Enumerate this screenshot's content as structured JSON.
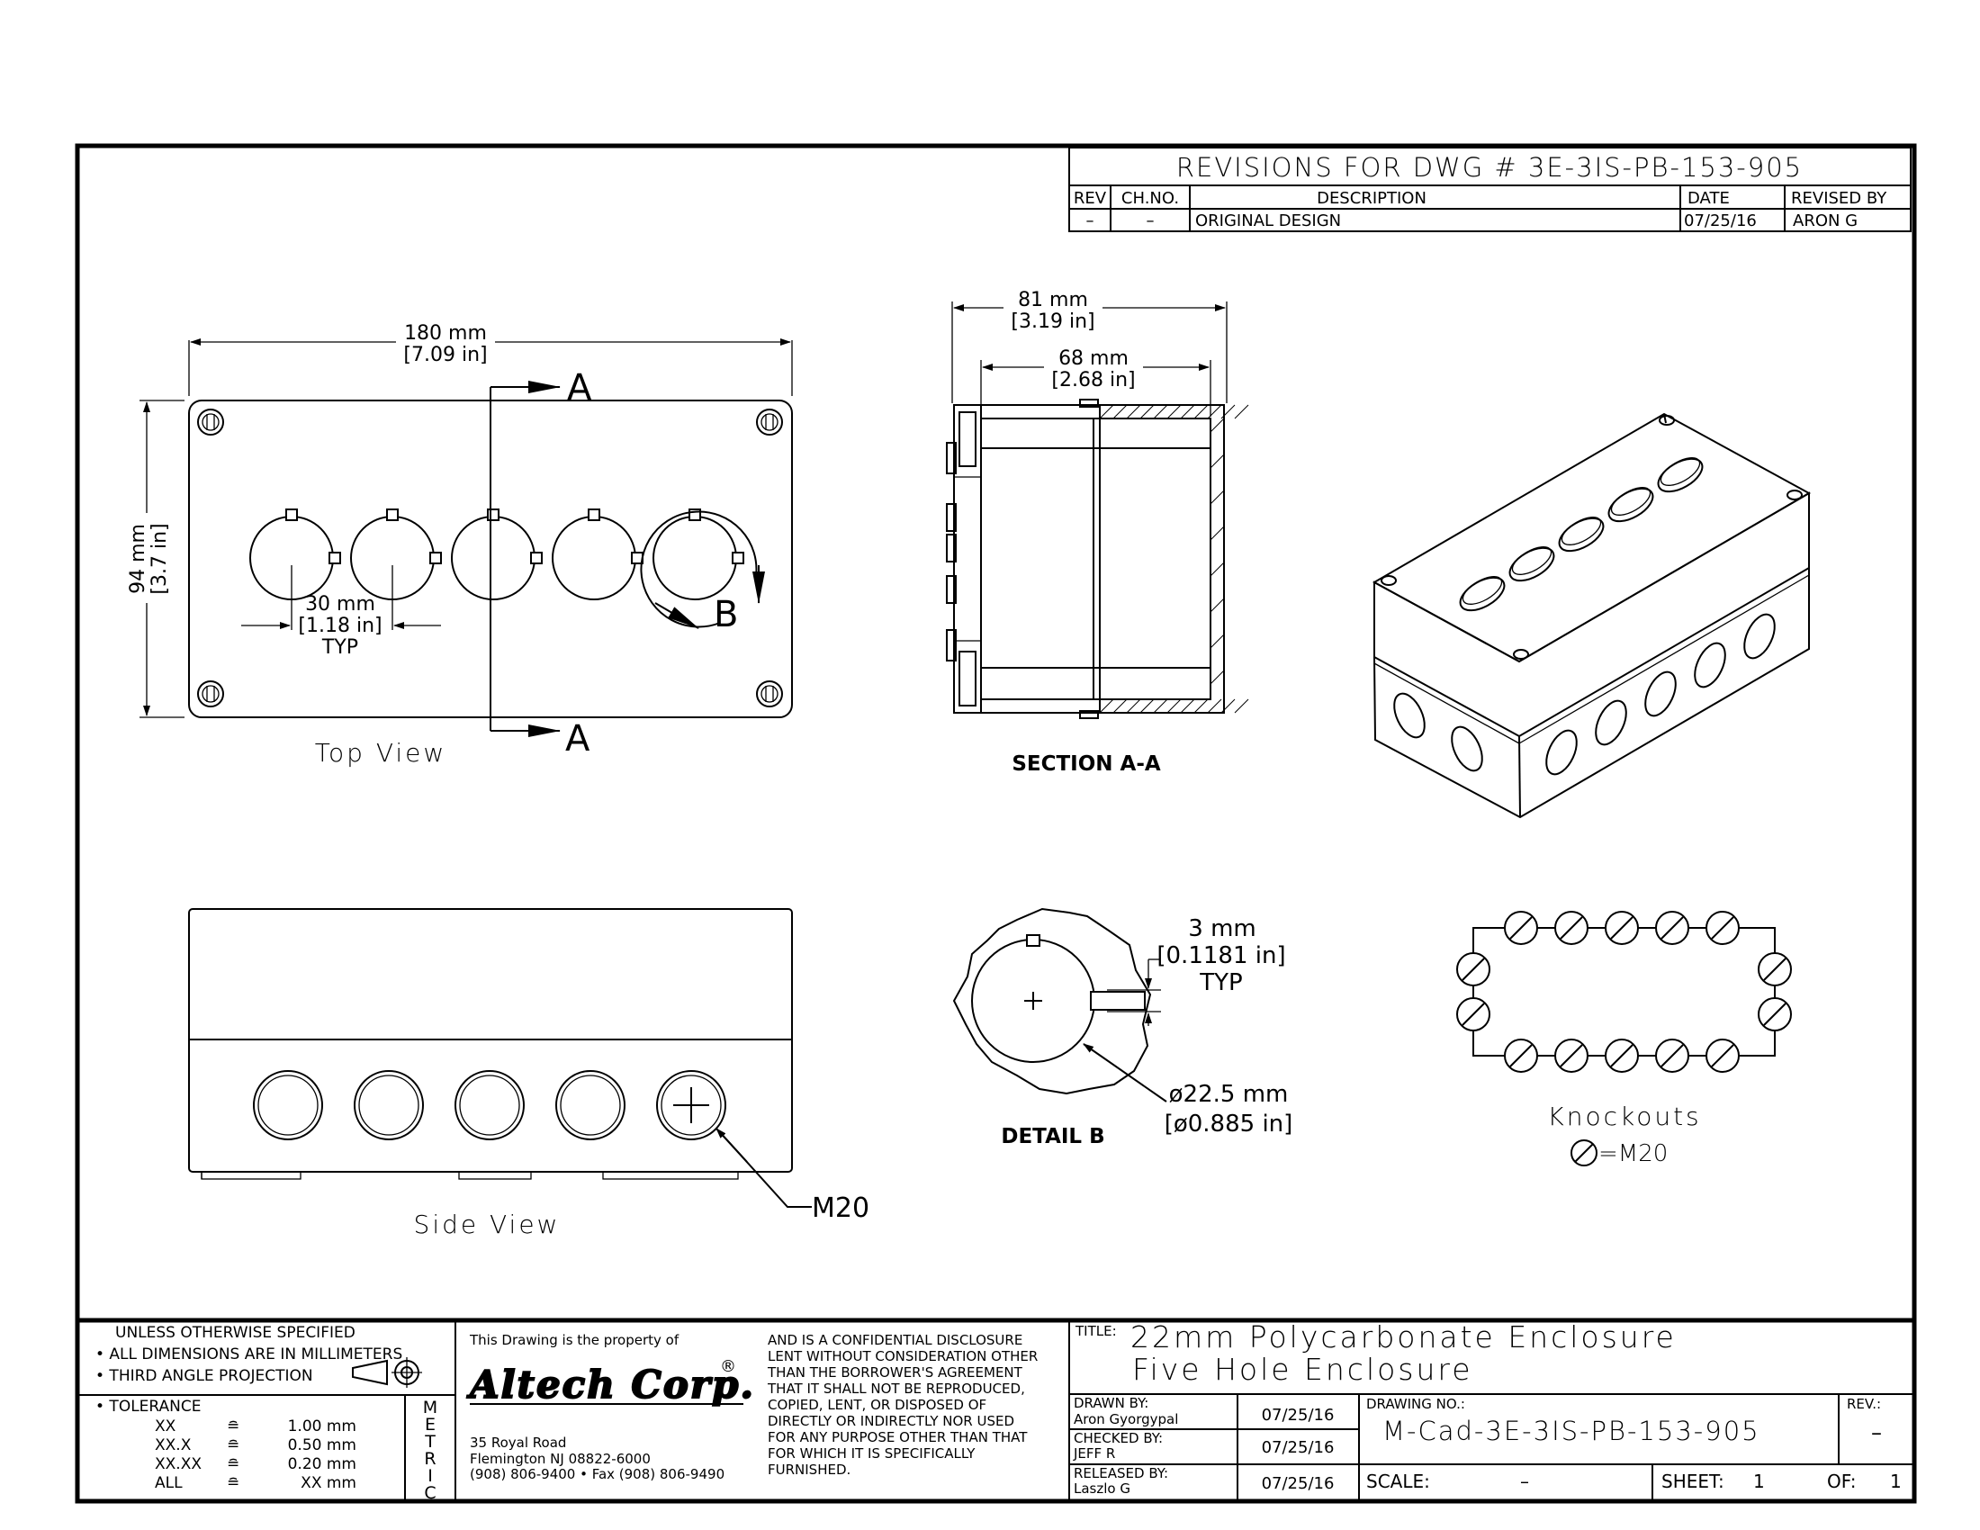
{
  "revisions": {
    "title": "REVISIONS FOR DWG # 3E-3IS-PB-153-905",
    "headers": {
      "rev": "REV",
      "chno": "CH.NO.",
      "description": "DESCRIPTION",
      "date": "DATE",
      "revised_by": "REVISED BY"
    },
    "rows": [
      {
        "rev": "–",
        "chno": "–",
        "description": "ORIGINAL DESIGN",
        "date": "07/25/16",
        "revised_by": "ARON G"
      }
    ]
  },
  "top_view": {
    "width_mm": "180 mm",
    "width_in": "[7.09 in]",
    "height_mm": "94 mm",
    "height_in": "[3.7 in]",
    "pitch_mm": "30 mm",
    "pitch_in": "[1.18 in]",
    "pitch_typ": "TYP",
    "section_mark": "A",
    "detail_mark": "B",
    "caption": "Top View"
  },
  "section_view": {
    "outer_mm": "81 mm",
    "outer_in": "[3.19 in]",
    "inner_mm": "68 mm",
    "inner_in": "[2.68 in]",
    "caption": "SECTION A-A"
  },
  "side_view": {
    "callout": "M20",
    "caption": "Side View"
  },
  "detail_b": {
    "key_mm": "3 mm",
    "key_in": "[0.1181 in]",
    "key_typ": "TYP",
    "dia_mm": "ø22.5 mm",
    "dia_in": "[ø0.885 in]",
    "caption": "DETAIL B"
  },
  "knockouts": {
    "caption": "Knockouts",
    "legend": "=M20"
  },
  "title_block": {
    "general": {
      "l1": "UNLESS OTHERWISE SPECIFIED",
      "l2": "• ALL DIMENSIONS ARE IN MILLIMETERS",
      "l3": "• THIRD ANGLE PROJECTION"
    },
    "tolerance": {
      "label": "• TOLERANCE",
      "rows": [
        {
          "k": "XX",
          "eq": "≘",
          "v": "1.00 mm"
        },
        {
          "k": "XX.X",
          "eq": "≘",
          "v": "0.50 mm"
        },
        {
          "k": "XX.XX",
          "eq": "≘",
          "v": "0.20 mm"
        },
        {
          "k": "ALL",
          "eq": "≘",
          "v": "XX mm"
        }
      ],
      "metric": [
        "M",
        "E",
        "T",
        "R",
        "I",
        "C"
      ]
    },
    "company": {
      "property": "This Drawing is the property of",
      "logo": "Altech Corp.",
      "registered": "®",
      "addr1": "35 Royal Road",
      "addr2": "Flemington NJ 08822-6000",
      "phone": "(908) 806-9400 • Fax (908) 806-9490"
    },
    "disclosure": [
      "AND IS A CONFIDENTIAL DISCLOSURE",
      "LENT WITHOUT CONSIDERATION OTHER",
      "THAN THE BORROWER'S AGREEMENT",
      "THAT IT SHALL NOT BE REPRODUCED,",
      "COPIED, LENT, OR DISPOSED OF",
      "DIRECTLY OR INDIRECTLY NOR USED",
      "FOR ANY PURPOSE OTHER THAN THAT",
      "FOR WHICH IT IS SPECIFICALLY",
      "FURNISHED."
    ],
    "title_label": "TITLE:",
    "title_line1": "22mm Polycarbonate Enclosure",
    "title_line2": "Five Hole Enclosure",
    "drawn_label": "DRAWN BY:",
    "drawn_name": "Aron Gyorgypal",
    "drawn_date": "07/25/16",
    "checked_label": "CHECKED BY:",
    "checked_name": "JEFF R",
    "checked_date": "07/25/16",
    "released_label": "RELEASED BY:",
    "released_name": "Laszlo G",
    "released_date": "07/25/16",
    "drawing_no_label": "DRAWING NO.:",
    "drawing_no": "M-Cad-3E-3IS-PB-153-905",
    "rev_label": "REV.:",
    "rev_value": "–",
    "scale_label": "SCALE:",
    "scale_value": "–",
    "sheet_label": "SHEET:",
    "sheet_value": "1",
    "of_label": "OF:",
    "of_value": "1"
  }
}
